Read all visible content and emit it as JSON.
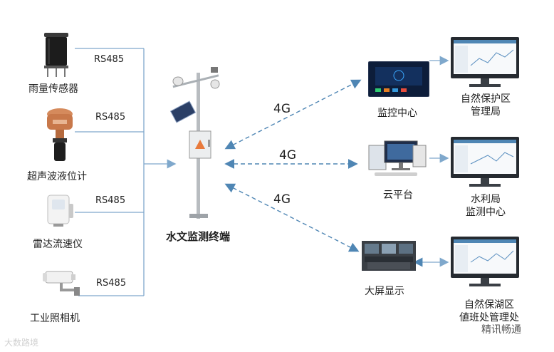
{
  "sensors": [
    {
      "label": "雨量传感器",
      "protocol": "RS485"
    },
    {
      "label": "超声波液位计",
      "protocol": "RS485"
    },
    {
      "label": "雷达流速仪",
      "protocol": "RS485"
    },
    {
      "label": "工业照相机",
      "protocol": "RS485"
    }
  ],
  "terminal": {
    "label": "水文监测终端"
  },
  "links": [
    {
      "label": "4G"
    },
    {
      "label": "4G"
    },
    {
      "label": "4G"
    }
  ],
  "centers": [
    {
      "label": "监控中心"
    },
    {
      "label": "云平台"
    },
    {
      "label": "大屏显示"
    }
  ],
  "endpoints": [
    {
      "line1": "自然保护区",
      "line2": "管理局"
    },
    {
      "line1": "水利局",
      "line2": "监测中心"
    },
    {
      "line1": "自然保湖区",
      "line2": "値班处管理处"
    }
  ],
  "watermark": {
    "left": "大数路境",
    "right": "精讯畅通"
  },
  "colors": {
    "wire": "#7fa8cc",
    "dashed": "#4f86b4",
    "accent": "#e87a3c"
  }
}
